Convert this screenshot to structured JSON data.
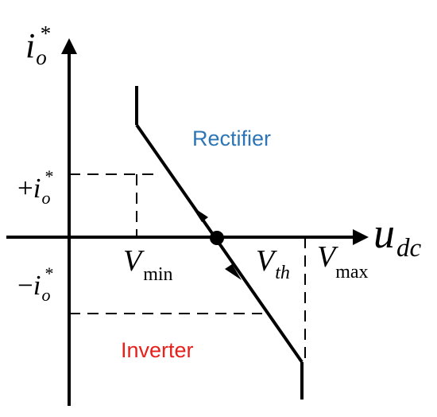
{
  "axes": {
    "y_label": {
      "base": "i",
      "sub": "o",
      "sup": "*"
    },
    "x_label": {
      "base": "u",
      "sub": "dc"
    }
  },
  "levels": {
    "pos_current": {
      "sign": "+",
      "base": "i",
      "sub": "o",
      "sup": "*"
    },
    "neg_current": {
      "sign": "−",
      "base": "i",
      "sub": "o",
      "sup": "*"
    }
  },
  "voltages": {
    "vmin": {
      "base": "V",
      "sub": "min"
    },
    "vth": {
      "base": "V",
      "sub": "th"
    },
    "vmax": {
      "base": "V",
      "sub": "max"
    }
  },
  "regions": {
    "rectifier": {
      "label": "Rectifier",
      "color": "#2e75b6"
    },
    "inverter": {
      "label": "Inverter",
      "color": "#e8201c"
    }
  },
  "colors": {
    "line": "#000000",
    "text": "#000000"
  },
  "icons": {
    "operating_point": "filled-circle",
    "direction_markers": "arrowhead"
  }
}
